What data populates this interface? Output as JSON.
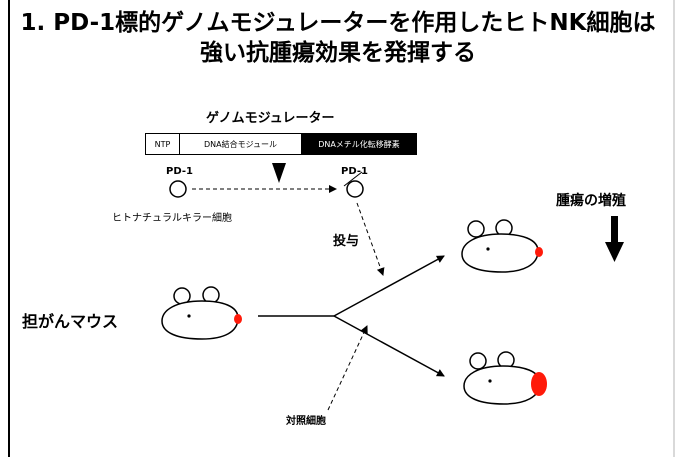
{
  "title": {
    "line1": "1. PD-1標的ゲノムモジュレーターを作用したヒトNK細胞は",
    "line2": "強い抗腫瘍効果を発揮する"
  },
  "genome_modulator": {
    "label": "ゲノムモジュレーター",
    "segments": {
      "ntp": "NTP",
      "dna_binding": "DNA結合モジュール",
      "methylation": "DNAメチル化転移酵素"
    }
  },
  "pd1_left": "PD-1",
  "pd1_right": "PD-1",
  "nk_cell": "ヒトナチュラルキラー細胞",
  "administration": "投与",
  "tumor_growth": "腫瘍の増殖",
  "tumor_mouse": "担がんマウス",
  "control_cells": "対照細胞",
  "colors": {
    "tumor": "#ff1a0a",
    "line": "#000000"
  }
}
